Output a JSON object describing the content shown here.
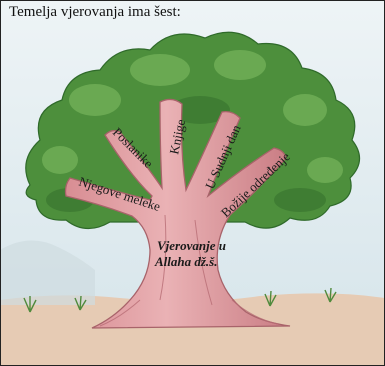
{
  "heading": "Temelja vjerovanja ima šest:",
  "branches": {
    "njegove_meleke": "Njegove meleke",
    "poslanike": "Poslanike",
    "knjige": "Knjige",
    "sudnji_dan": "U Sudnji dan",
    "bozije_odredjenje": "Božije određenje"
  },
  "trunk": {
    "line1": "Vjerovanje u",
    "line2": "Allaha dž.š."
  },
  "colors": {
    "sky": "#dbe8ee",
    "foliage": "#4d8f3c",
    "trunk": "#e4a2a6",
    "ground": "#e6cbb4",
    "border": "#222222"
  }
}
